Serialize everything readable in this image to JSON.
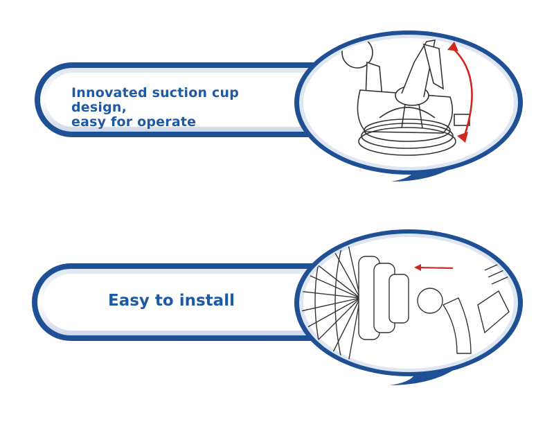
{
  "panels": [
    {
      "caption_lines": [
        "Innovated suction cup design,",
        "easy for operate"
      ],
      "illustration": "suction-cup-mount-rotation",
      "arrow_color": "#d0261f"
    },
    {
      "caption": "Easy to install",
      "illustration": "mount-installation-to-vent",
      "arrow_color": "#d0261f"
    }
  ],
  "colors": {
    "frame_blue": "#1f4f94",
    "frame_light": "#e9eef6",
    "caption_blue": "#1d5aa6",
    "line_art": "#333333"
  }
}
